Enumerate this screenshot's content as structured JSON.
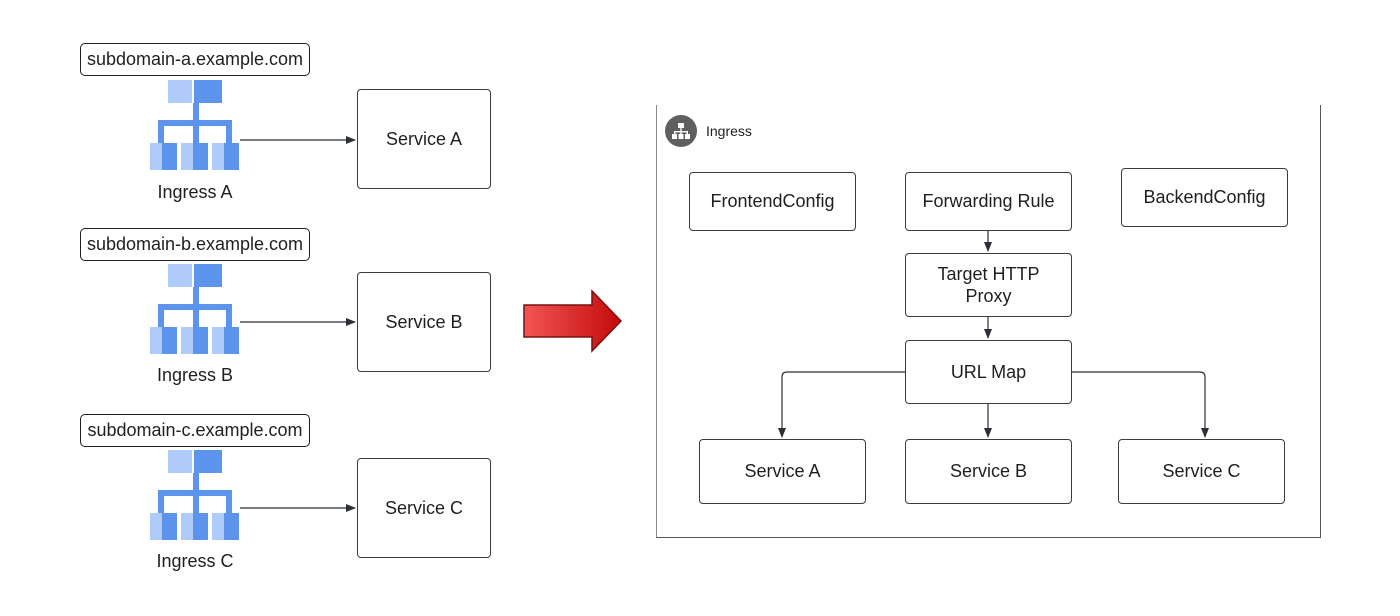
{
  "left": {
    "groups": [
      {
        "domain": "subdomain-a.example.com",
        "ingress": "Ingress A",
        "service": "Service A"
      },
      {
        "domain": "subdomain-b.example.com",
        "ingress": "Ingress B",
        "service": "Service B"
      },
      {
        "domain": "subdomain-c.example.com",
        "ingress": "Ingress C",
        "service": "Service C"
      }
    ]
  },
  "right": {
    "panel_title": "Ingress",
    "frontend_config": "FrontendConfig",
    "forwarding_rule": "Forwarding Rule",
    "backend_config": "BackendConfig",
    "target_proxy": "Target HTTP Proxy",
    "url_map": "URL Map",
    "services": [
      "Service A",
      "Service B",
      "Service C"
    ]
  },
  "icons": {
    "load_balancer": "load-balancer-icon",
    "transform_arrow": "red-right-arrow-icon",
    "panel_icon": "network-icon"
  },
  "colors": {
    "icon_dark": "#5c94ec",
    "icon_light": "#aecbf9",
    "arrow_red": "#e01e1e"
  }
}
